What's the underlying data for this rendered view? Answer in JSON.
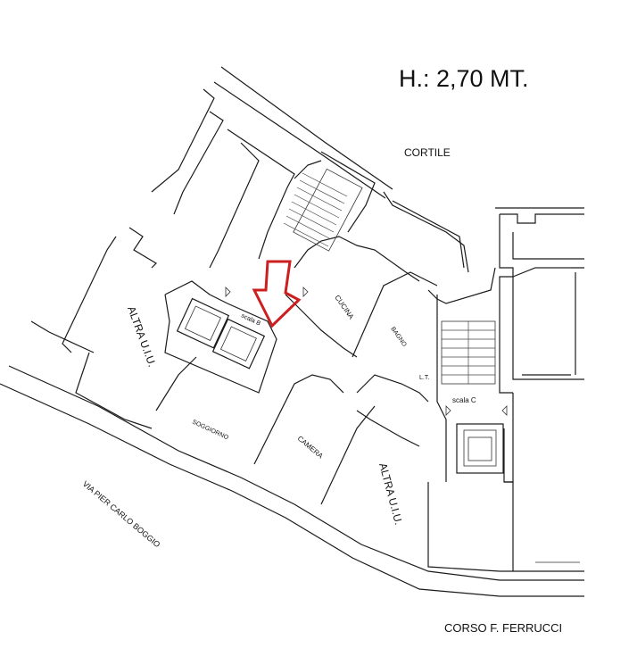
{
  "header": {
    "height_label": "H.: 2,70 MT."
  },
  "labels": {
    "cortile": "CORTILE",
    "scala_b": "scala B",
    "scala_c": "scala C",
    "cucina": "CUCINA",
    "bagno": "BAGNO",
    "lt": "L.T.",
    "soggiorno": "SOGGIORNO",
    "camera": "CAMERA",
    "altra_uiu_left": "ALTRA U.I.U.",
    "altra_uiu_right": "ALTRA U.I.U.",
    "via": "VIA PIER CARLO BOGGIO",
    "corso": "CORSO F. FERRUCCI"
  },
  "marker": {
    "color": "#cc1f1f",
    "icon": "down-arrow-icon"
  }
}
